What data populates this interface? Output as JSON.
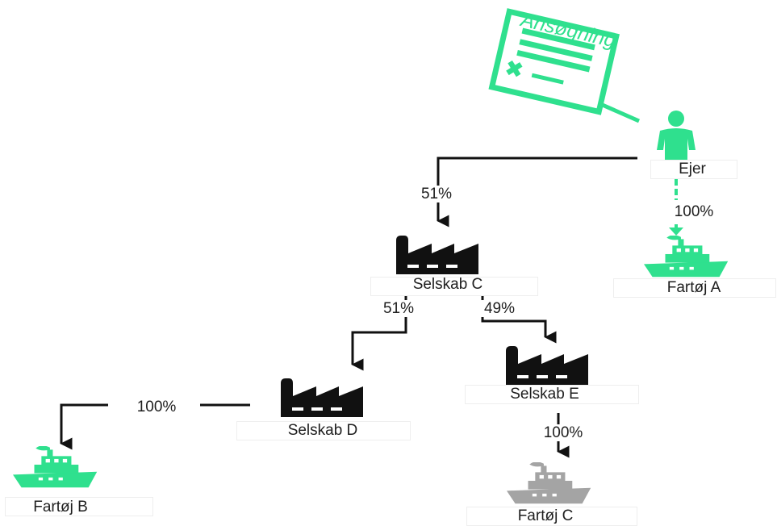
{
  "colors": {
    "green": "#2fe08e",
    "black": "#111111",
    "gray": "#a4a4a4",
    "text": "#1e1e1e"
  },
  "application": {
    "label": "Ansøgning",
    "icon": "application-form-icon"
  },
  "nodes": {
    "ejer": {
      "label": "Ejer",
      "icon": "person-icon"
    },
    "selskab_c": {
      "label": "Selskab C",
      "icon": "factory-icon"
    },
    "selskab_d": {
      "label": "Selskab D",
      "icon": "factory-icon"
    },
    "selskab_e": {
      "label": "Selskab E",
      "icon": "factory-icon"
    },
    "fartoj_a": {
      "label": "Fartøj A",
      "icon": "ship-icon"
    },
    "fartoj_b": {
      "label": "Fartøj B",
      "icon": "ship-icon"
    },
    "fartoj_c": {
      "label": "Fartøj C",
      "icon": "ship-icon"
    }
  },
  "edges": [
    {
      "from": "Ejer",
      "to": "Selskab C",
      "label": "51%"
    },
    {
      "from": "Ejer",
      "to": "Fartøj A",
      "label": "100%"
    },
    {
      "from": "Selskab C",
      "to": "Selskab D",
      "label": "51%"
    },
    {
      "from": "Selskab C",
      "to": "Selskab E",
      "label": "49%"
    },
    {
      "from": "Selskab D",
      "to": "Fartøj B",
      "label": "100%"
    },
    {
      "from": "Selskab E",
      "to": "Fartøj C",
      "label": "100%"
    }
  ]
}
